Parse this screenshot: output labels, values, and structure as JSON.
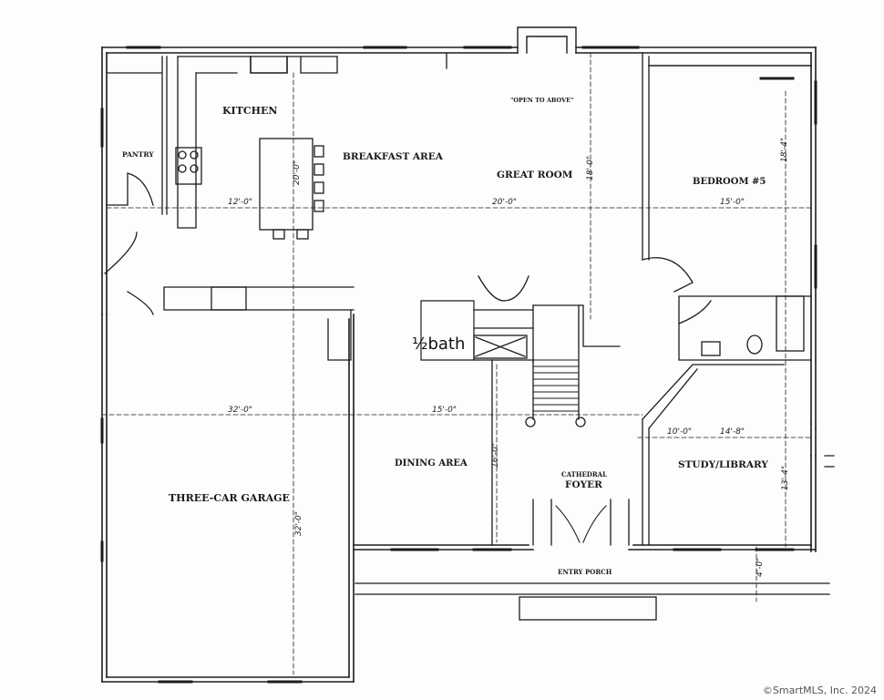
{
  "rooms": {
    "kitchen": "KITCHEN",
    "pantry": "PANTRY",
    "breakfast_area": "BREAKFAST AREA",
    "open_to_above": "\"OPEN TO ABOVE\"",
    "great_room": "GREAT ROOM",
    "bedroom": "BEDROOM #5",
    "half_bath": "½bath",
    "three_car_garage": "THREE-CAR GARAGE",
    "dining_area": "DINING AREA",
    "cathedral": "CATHEDRAL",
    "foyer": "FOYER",
    "study_library": "STUDY/LIBRARY",
    "entry_porch": "ENTRY PORCH"
  },
  "dimensions": {
    "kitchen_width": "12'-0\"",
    "island": "20'-0\"",
    "great_room_width": "20'-0\"",
    "great_room_depth": "18'-0\"",
    "bedroom_width": "15'-0\"",
    "bedroom_depth": "18'-4\"",
    "garage_width": "32'-0\"",
    "garage_depth": "32'-0\"",
    "dining_width": "15'-0\"",
    "dining_depth": "16'-0\"",
    "study_width_a": "10'-0\"",
    "study_width_b": "14'-8\"",
    "study_depth": "13'-4\"",
    "porch_depth": "4'-0\""
  },
  "copyright": "©SmartMLS, Inc.  2024"
}
